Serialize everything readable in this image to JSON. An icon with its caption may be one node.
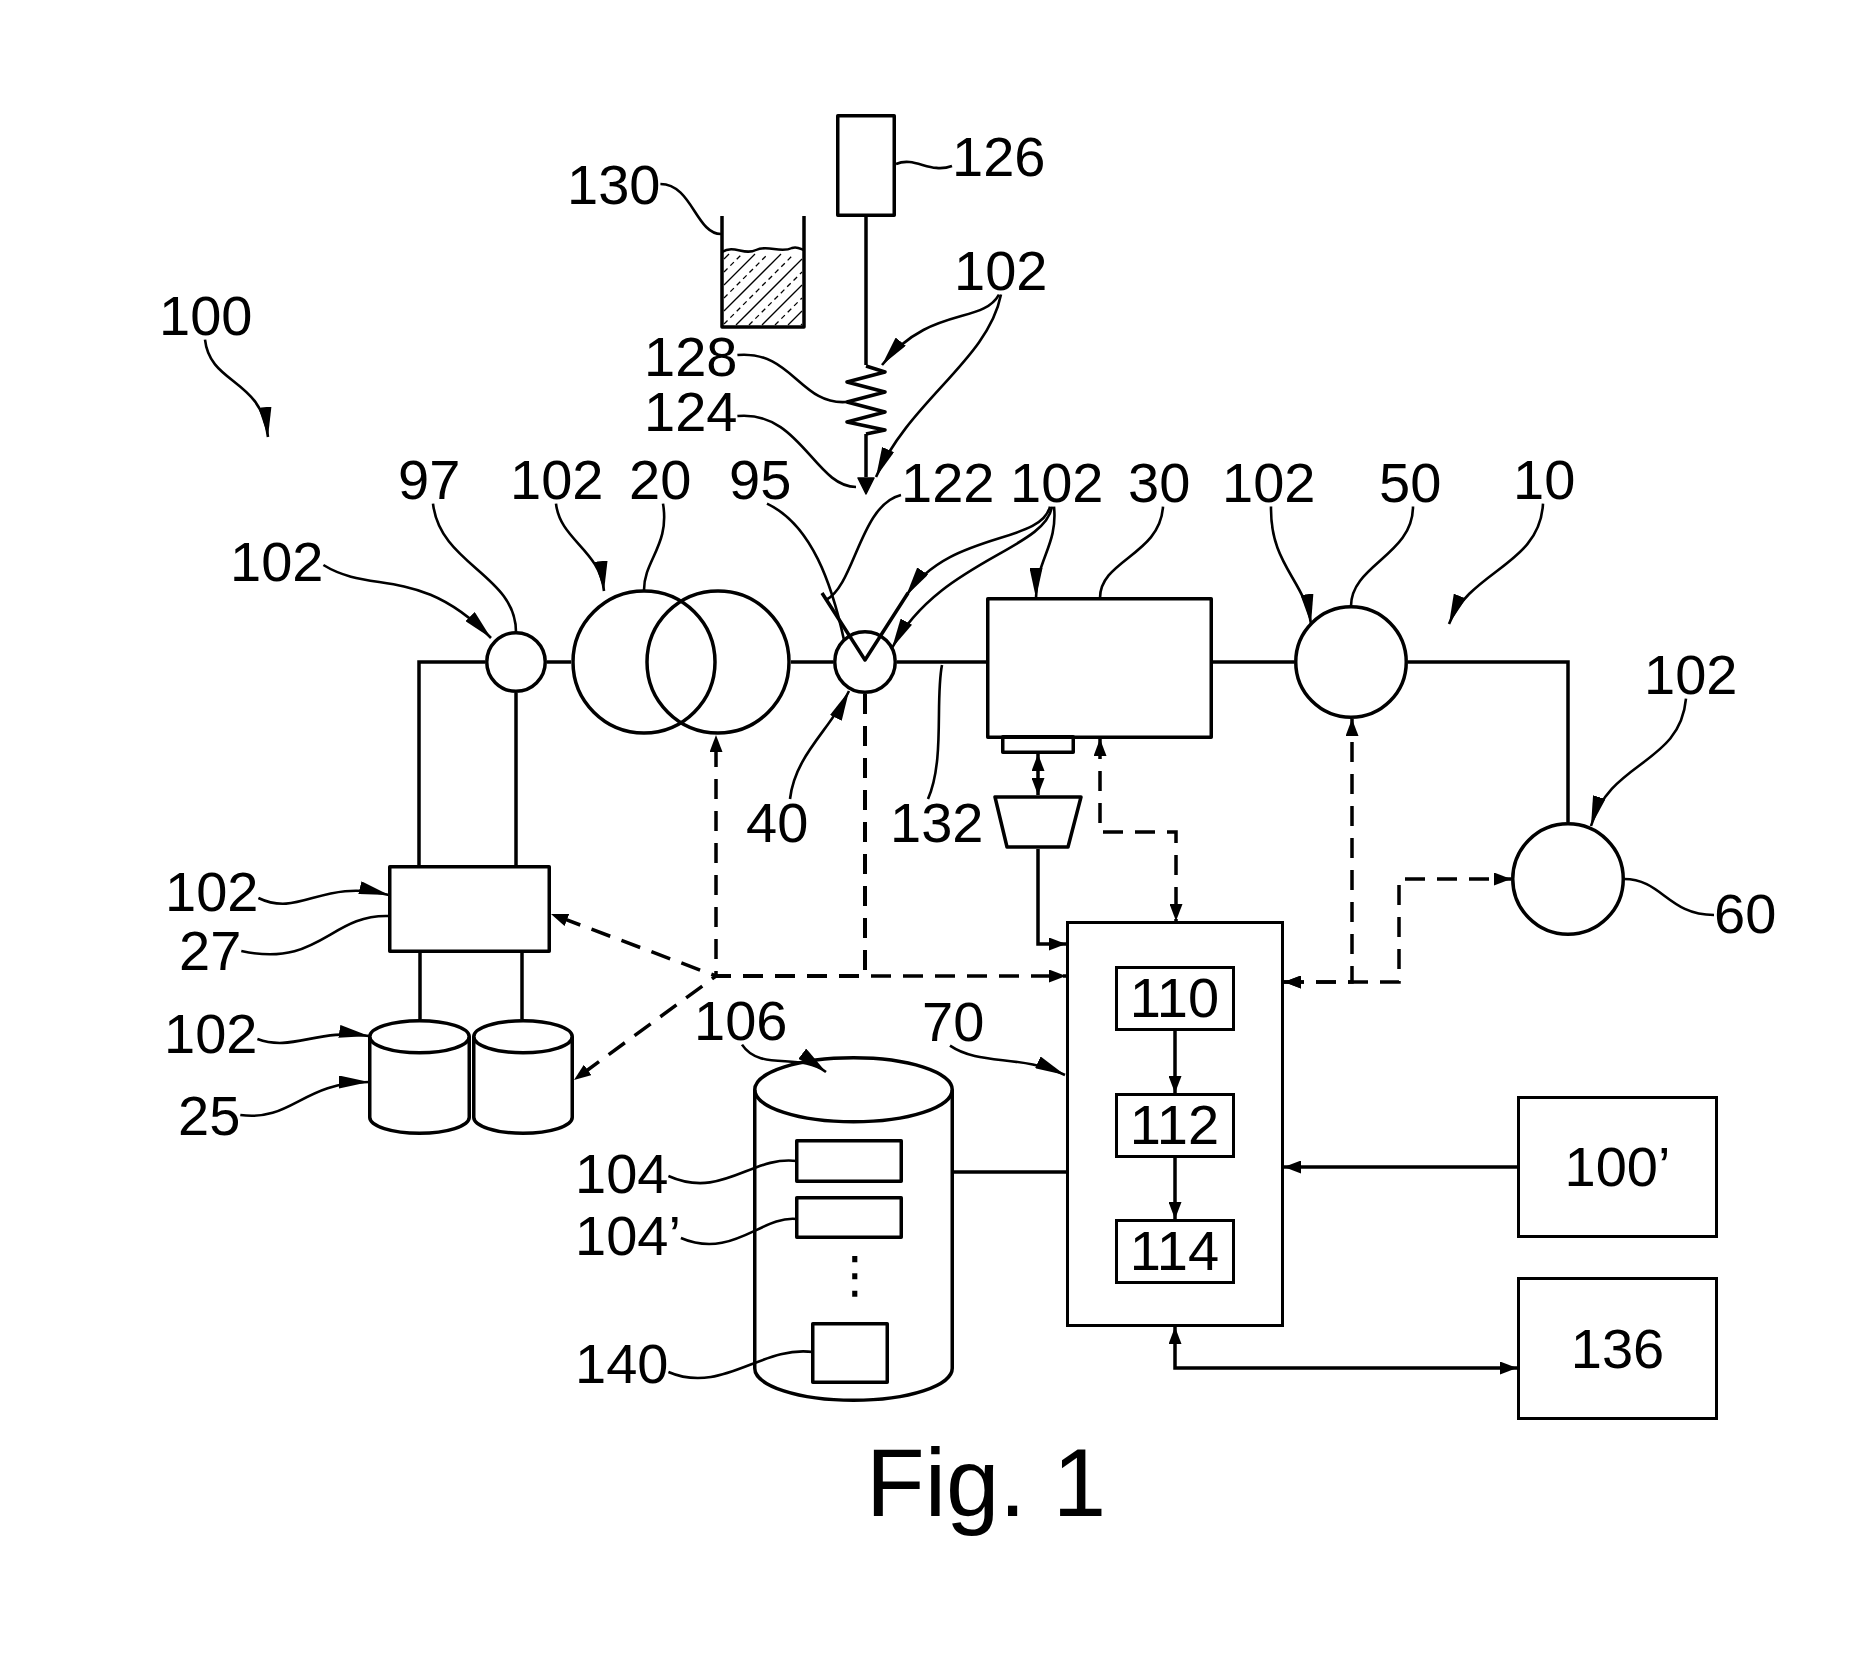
{
  "diagram": {
    "caption": "Fig. 1",
    "nodes": [
      {
        "text": [],
        "shape": "box"
      },
      {
        "text": [
          "126"
        ]
      },
      {
        "text": [
          "130"
        ]
      },
      {
        "text": [],
        "shape": "beaker"
      },
      {
        "text": [
          "102"
        ]
      },
      {
        "text": [
          "100"
        ]
      },
      {
        "text": [
          "128"
        ]
      },
      {
        "text": [],
        "shape": "spring"
      },
      {
        "text": [
          "124"
        ]
      },
      {
        "text": [
          "97"
        ]
      },
      {
        "text": [
          "102"
        ]
      },
      {
        "text": [
          "20"
        ]
      },
      {
        "text": [
          "95"
        ]
      },
      {
        "text": [
          "122"
        ]
      },
      {
        "text": [
          "102"
        ]
      },
      {
        "text": [
          "30"
        ]
      },
      {
        "text": [
          "102"
        ]
      },
      {
        "text": [
          "50"
        ]
      },
      {
        "text": [
          "10"
        ]
      },
      {
        "text": [
          "102"
        ]
      },
      {
        "text": [],
        "shape": "circle"
      },
      {
        "text": [],
        "shape": "circle"
      },
      {
        "text": [],
        "shape": "chevron"
      },
      {
        "text": [],
        "shape": "circle"
      },
      {
        "text": [],
        "shape": "box"
      },
      {
        "text": [],
        "shape": "circle"
      },
      {
        "text": [
          "102"
        ]
      },
      {
        "text": [],
        "shape": "box"
      },
      {
        "text": [],
        "shape": "trapezoid"
      },
      {
        "text": [
          "40"
        ]
      },
      {
        "text": [
          "132"
        ]
      },
      {
        "text": [],
        "shape": "circle"
      },
      {
        "text": [
          "60"
        ]
      },
      {
        "text": [
          "102"
        ]
      },
      {
        "text": [],
        "shape": "box"
      },
      {
        "text": [
          "27"
        ]
      },
      {
        "text": [],
        "shape": "box"
      },
      {
        "text": [
          "106"
        ]
      },
      {
        "text": [
          "70"
        ]
      },
      {
        "text": [
          "102"
        ]
      },
      {
        "text": [],
        "shape": "cylinder"
      },
      {
        "text": [],
        "shape": "cylinder"
      },
      {
        "text": [
          "25"
        ]
      },
      {
        "text": [
          "110"
        ],
        "in": 36
      },
      {
        "text": [],
        "shape": "cylinder"
      },
      {
        "text": [
          "104"
        ]
      },
      {
        "text": [],
        "shape": "box",
        "in": 44
      },
      {
        "text": [
          "112"
        ],
        "in": 36
      },
      {
        "text": [
          "104’"
        ]
      },
      {
        "text": [],
        "shape": "box",
        "in": 44
      },
      {
        "text": [
          "100’"
        ]
      },
      {
        "text": [
          "114"
        ],
        "in": 36
      },
      {
        "text": [],
        "shape": "box",
        "in": 44
      },
      {
        "text": [
          "140"
        ]
      },
      {
        "text": [
          "136"
        ]
      },
      {
        "text": [],
        "shape": "triangle"
      }
    ],
    "edges": [
      {
        "from": 1,
        "to": 0,
        "arrow": "none"
      },
      {
        "from": 2,
        "to": 3,
        "arrow": "none"
      },
      {
        "from": 4,
        "to": 7,
        "arrow": "to"
      },
      {
        "from": 4,
        "to": 55,
        "arrow": "to"
      },
      {
        "from": 5,
        "to": null,
        "arrow": "to"
      },
      {
        "from": 6,
        "to": 7,
        "arrow": "none"
      },
      {
        "from": 8,
        "to": 55,
        "arrow": "none"
      },
      {
        "from": 9,
        "to": 20,
        "arrow": "none"
      },
      {
        "from": 10,
        "to": 21,
        "arrow": "to"
      },
      {
        "from": 11,
        "to": 21,
        "arrow": "none"
      },
      {
        "from": 12,
        "to": 23,
        "arrow": "none"
      },
      {
        "from": 13,
        "to": 22,
        "arrow": "none"
      },
      {
        "from": 14,
        "to": 22,
        "arrow": "to"
      },
      {
        "from": 14,
        "to": 23,
        "arrow": "to"
      },
      {
        "from": 14,
        "to": 24,
        "arrow": "to"
      },
      {
        "from": 15,
        "to": 24,
        "arrow": "none"
      },
      {
        "from": 16,
        "to": 25,
        "arrow": "to"
      },
      {
        "from": 17,
        "to": 25,
        "arrow": "none"
      },
      {
        "from": 18,
        "to": null,
        "arrow": "to"
      },
      {
        "from": 19,
        "to": 20,
        "arrow": "to"
      },
      {
        "from": 26,
        "to": 31,
        "arrow": "to"
      },
      {
        "from": 29,
        "to": 23,
        "arrow": "to"
      },
      {
        "from": 30,
        "to": null,
        "arrow": "none"
      },
      {
        "from": 32,
        "to": 31,
        "arrow": "none"
      },
      {
        "from": 33,
        "to": 34,
        "arrow": "to"
      },
      {
        "from": 35,
        "to": 34,
        "arrow": "none"
      },
      {
        "from": 37,
        "to": 44,
        "arrow": "to"
      },
      {
        "from": 38,
        "to": 36,
        "arrow": "to"
      },
      {
        "from": 39,
        "to": 40,
        "arrow": "to"
      },
      {
        "from": 42,
        "to": 40,
        "arrow": "to"
      },
      {
        "from": 45,
        "to": 46,
        "arrow": "none"
      },
      {
        "from": 48,
        "to": 49,
        "arrow": "none"
      },
      {
        "from": 53,
        "to": 52,
        "arrow": "none"
      },
      {
        "from": 0,
        "to": 7,
        "arrow": "none"
      },
      {
        "from": 7,
        "to": 55,
        "arrow": "none"
      },
      {
        "from": 20,
        "to": 21,
        "arrow": "none"
      },
      {
        "from": 21,
        "to": 23,
        "arrow": "none"
      },
      {
        "from": 23,
        "to": 24,
        "arrow": "none"
      },
      {
        "from": 24,
        "to": 25,
        "arrow": "none"
      },
      {
        "from": 25,
        "to": 31,
        "arrow": "none"
      },
      {
        "from": 20,
        "to": 34,
        "arrow": "none"
      },
      {
        "from": 20,
        "to": 34,
        "arrow": "none"
      },
      {
        "from": 34,
        "to": 40,
        "arrow": "none"
      },
      {
        "from": 34,
        "to": 41,
        "arrow": "none"
      },
      {
        "from": 27,
        "to": 28,
        "arrow": "both"
      },
      {
        "from": 28,
        "to": 36,
        "arrow": "to"
      },
      {
        "from": 23,
        "to": 36,
        "arrow": "to",
        "style": "dashed"
      },
      {
        "from": 23,
        "to": 21,
        "arrow": "to",
        "style": "dashed"
      },
      {
        "from": 23,
        "to": 34,
        "arrow": "to",
        "style": "dashed"
      },
      {
        "from": 23,
        "to": 41,
        "arrow": "to",
        "style": "dashed"
      },
      {
        "from": 24,
        "to": 36,
        "arrow": "both",
        "style": "dashed"
      },
      {
        "from": 36,
        "to": 25,
        "arrow": "both",
        "style": "dashed"
      },
      {
        "from": 36,
        "to": 31,
        "arrow": "both",
        "style": "dashed"
      },
      {
        "from": 43,
        "to": 47,
        "arrow": "to"
      },
      {
        "from": 47,
        "to": 51,
        "arrow": "to"
      },
      {
        "from": 50,
        "to": 36,
        "arrow": "to"
      },
      {
        "from": 36,
        "to": 54,
        "arrow": "both"
      },
      {
        "from": 44,
        "to": 36,
        "arrow": "none"
      }
    ],
    "labels": [
      "⋮"
    ]
  }
}
